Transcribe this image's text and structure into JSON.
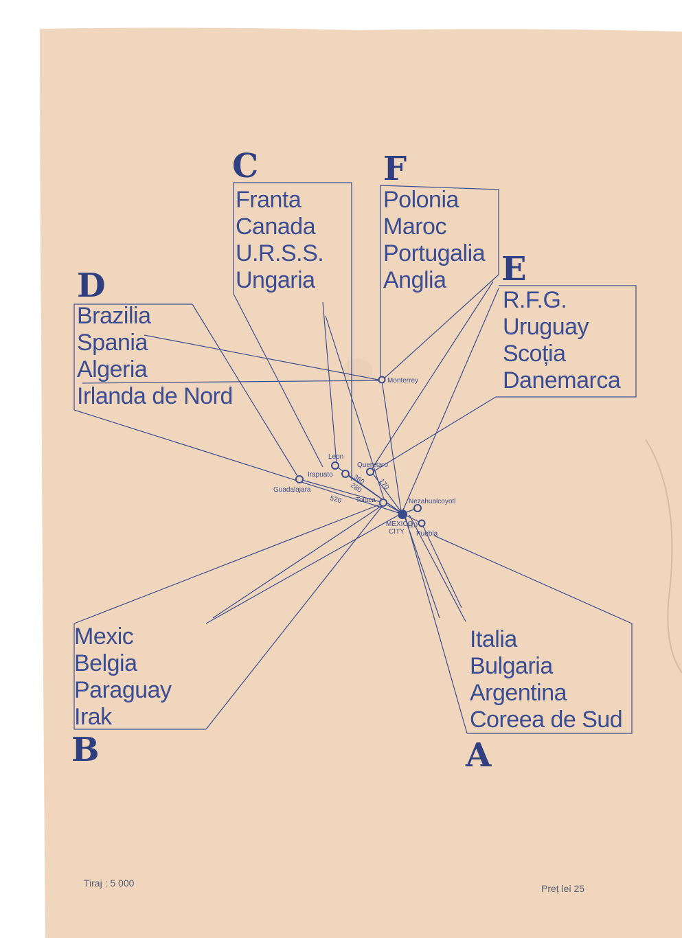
{
  "groups": [
    {
      "letter": "A",
      "teams": [
        "Italia",
        "Bulgaria",
        "Argentina",
        "Coreea de Sud"
      ]
    },
    {
      "letter": "B",
      "teams": [
        "Mexic",
        "Belgia",
        "Paraguay",
        "Irak"
      ]
    },
    {
      "letter": "C",
      "teams": [
        "Franta",
        "Canada",
        "U.R.S.S.",
        "Ungaria"
      ]
    },
    {
      "letter": "D",
      "teams": [
        "Brazilia",
        "Spania",
        "Algeria",
        "Irlanda de Nord"
      ]
    },
    {
      "letter": "E",
      "teams": [
        "R.F.G.",
        "Uruguay",
        "Scoția",
        "Danemarca"
      ]
    },
    {
      "letter": "F",
      "teams": [
        "Polonia",
        "Maroc",
        "Portugalia",
        "Anglia"
      ]
    }
  ],
  "cities": {
    "monterrey": "Monterrey",
    "leon": "Leon",
    "irapuato": "Irapuato",
    "queretaro": "Queretaro",
    "guadalajara": "Guadalajara",
    "toluca": "Toluca",
    "nezahualcoyotl": "Nezahualcoyotl",
    "mexico_city_1": "MEXICO",
    "mexico_city_2": "CITY",
    "puebla": "Puebla"
  },
  "distances": {
    "d360": "360",
    "d280": "280",
    "d520": "520",
    "d170": "170",
    "d110": "110"
  },
  "footer": {
    "tiraj": "Tiraj : 5 000",
    "pret": "Preț lei 25"
  },
  "colors": {
    "paper": "#f0d6bd",
    "ink": "#3a4d8f"
  }
}
